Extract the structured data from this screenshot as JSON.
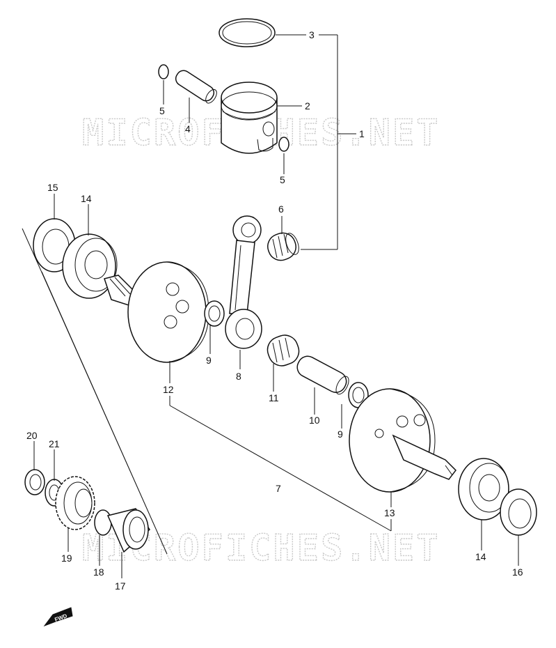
{
  "watermark": "MICROFICHES.NET",
  "labels": {
    "p1": "1",
    "p2": "2",
    "p3": "3",
    "p4": "4",
    "p5a": "5",
    "p5b": "5",
    "p6": "6",
    "p7": "7",
    "p8": "8",
    "p9a": "9",
    "p9b": "9",
    "p10": "10",
    "p11": "11",
    "p12": "12",
    "p13": "13",
    "p14a": "14",
    "p14b": "14",
    "p15": "15",
    "p16": "16",
    "p17": "17",
    "p18": "18",
    "p19": "19",
    "p20": "20",
    "p21": "21"
  },
  "fwd_badge": "FWD",
  "colors": {
    "ink": "#111111",
    "watermark": "#c8c8c8",
    "background": "#ffffff"
  }
}
